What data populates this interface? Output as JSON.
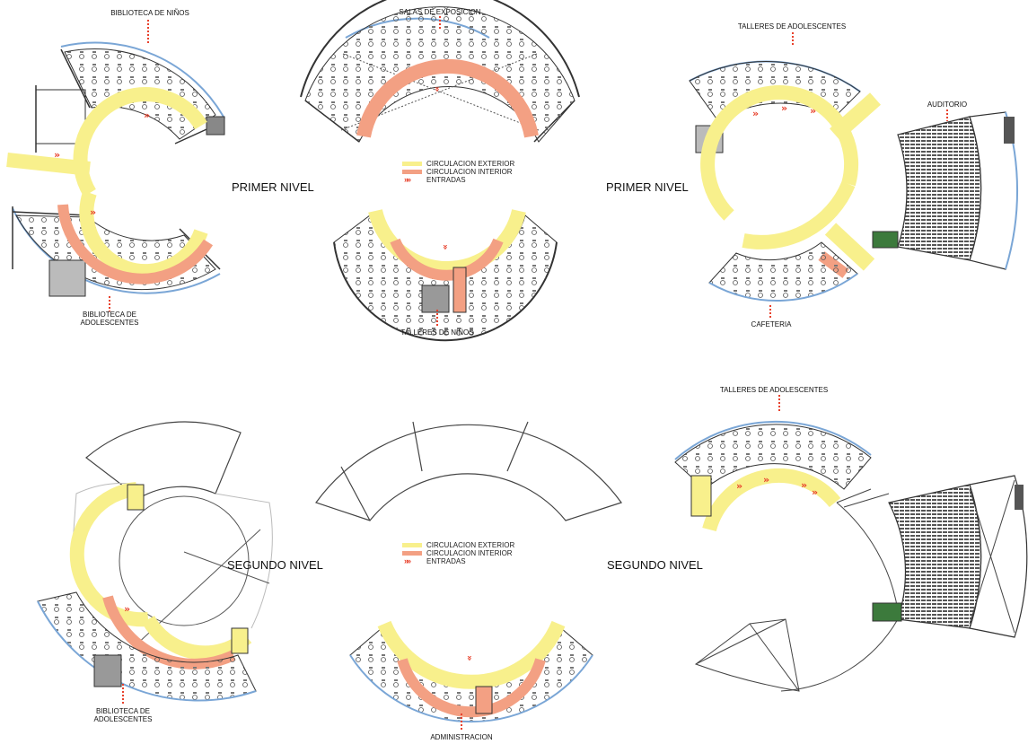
{
  "colors": {
    "circulacion_exterior": "#f8f08c",
    "circulacion_interior": "#f3a083",
    "entradas": "#e8412c",
    "walls": "#3a3a3a",
    "glazing": "#7aa6d6",
    "background": "#ffffff"
  },
  "levels": {
    "primer_left": "PRIMER NIVEL",
    "primer_right": "PRIMER NIVEL",
    "segundo_left": "SEGUNDO NIVEL",
    "segundo_right": "SEGUNDO NIVEL"
  },
  "labels": {
    "biblioteca_ninos": "BIBLIOTECA DE NIÑOS",
    "salas_exposicion": "SALAS DE EXPOSICION",
    "talleres_adolescentes_1": "TALLERES DE ADOLESCENTES",
    "auditorio": "AUDITORIO",
    "biblioteca_adolescentes_1_l1": "BIBLIOTECA DE",
    "biblioteca_adolescentes_1_l2": "ADOLESCENTES",
    "talleres_ninos": "TALLERES DE NIÑOS",
    "cafeteria": "CAFETERIA",
    "talleres_adolescentes_2": "TALLERES DE ADOLESCENTES",
    "biblioteca_adolescentes_2_l1": "BIBLIOTECA DE",
    "biblioteca_adolescentes_2_l2": "ADOLESCENTES",
    "administracion": "ADMINISTRACION"
  },
  "legend_top": {
    "exterior": "CIRCULACION EXTERIOR",
    "interior": "CIRCULACION INTERIOR",
    "entradas": "ENTRADAS"
  },
  "legend_bottom": {
    "exterior": "CIRCULACION EXTERIOR",
    "interior": "CIRCULACION INTERIOR",
    "entradas": "ENTRADAS"
  },
  "icons": {
    "entry": "double-chevron-icon"
  }
}
